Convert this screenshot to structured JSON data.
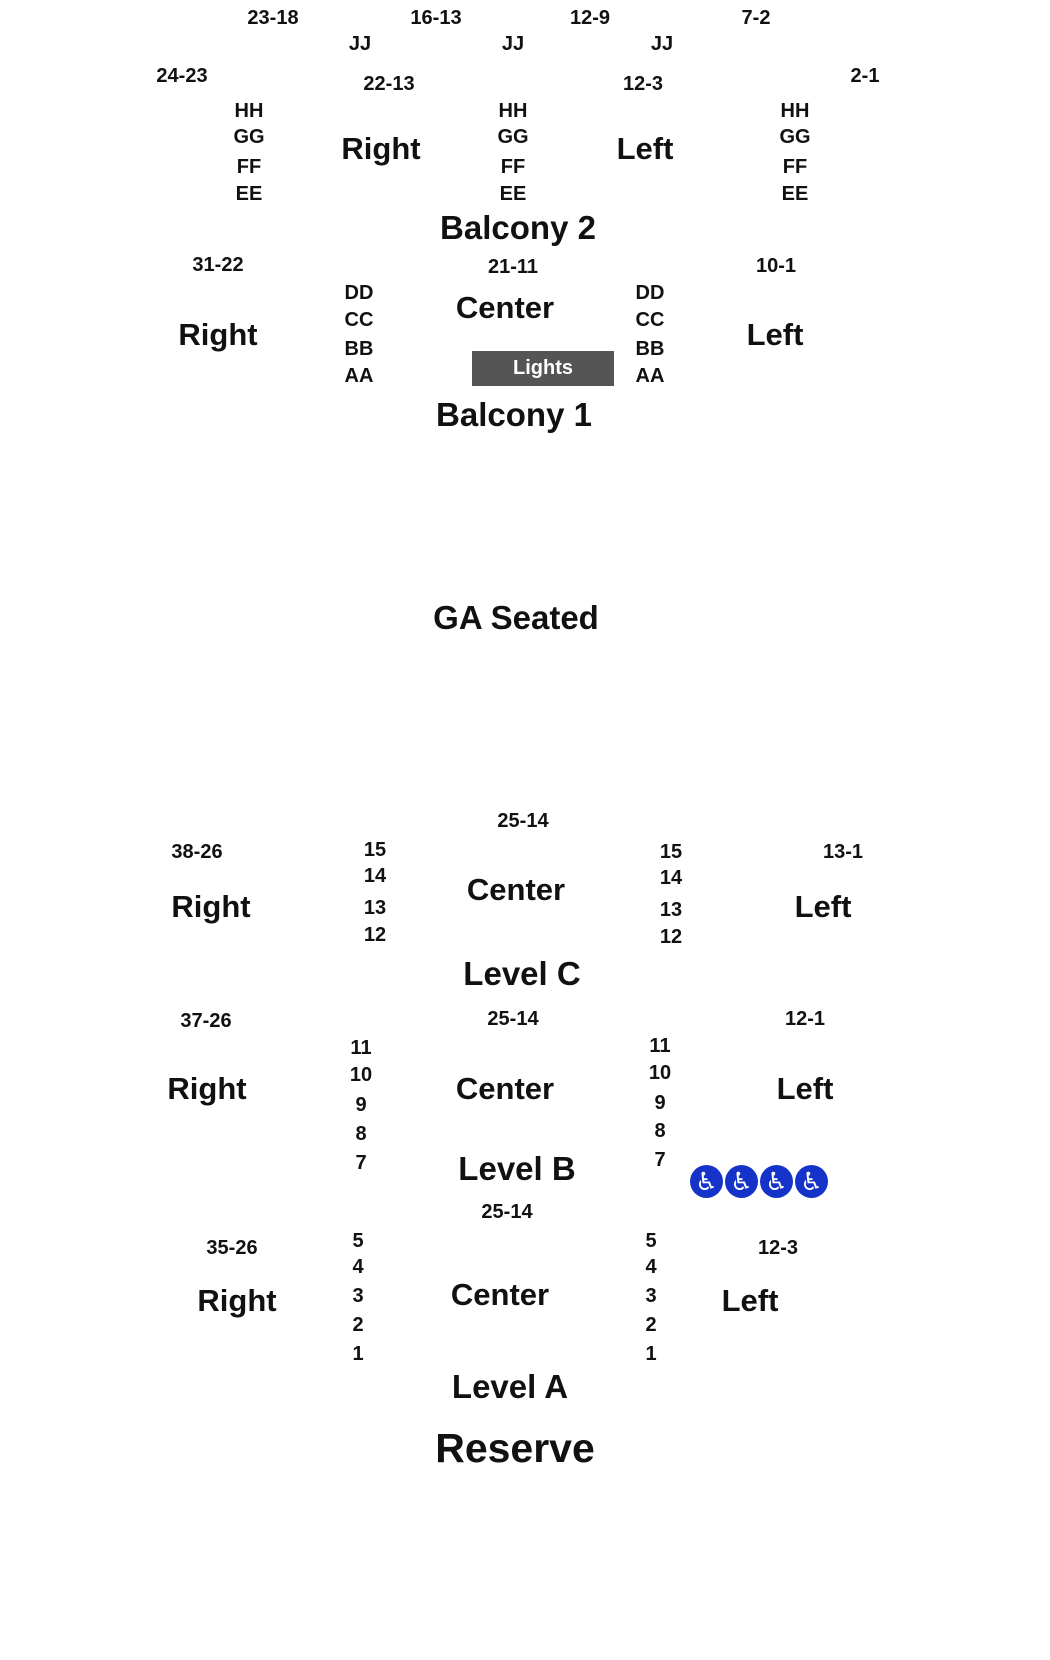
{
  "balcony2": {
    "ranges_top": [
      "23-18",
      "16-13",
      "12-9",
      "7-2"
    ],
    "jj": [
      "JJ",
      "JJ",
      "JJ"
    ],
    "ranges_mid": [
      "24-23",
      "22-13",
      "12-3",
      "2-1"
    ],
    "rows": [
      "HH",
      "GG",
      "FF",
      "EE"
    ],
    "right": "Right",
    "left": "Left",
    "title": "Balcony 2"
  },
  "balcony1": {
    "range_right": "31-22",
    "range_center": "21-11",
    "range_left": "10-1",
    "rows": [
      "DD",
      "CC",
      "BB",
      "AA"
    ],
    "right": "Right",
    "center": "Center",
    "left": "Left",
    "lights": "Lights",
    "title": "Balcony 1"
  },
  "ga": {
    "title": "GA Seated"
  },
  "levelC": {
    "range_center": "25-14",
    "range_right": "38-26",
    "range_left": "13-1",
    "rows": [
      "15",
      "14",
      "13",
      "12"
    ],
    "right": "Right",
    "center": "Center",
    "left": "Left",
    "title": "Level C"
  },
  "levelB": {
    "range_right": "37-26",
    "range_center": "25-14",
    "range_left": "12-1",
    "rows": [
      "11",
      "10",
      "9",
      "8",
      "7"
    ],
    "right": "Right",
    "center": "Center",
    "left": "Left",
    "title": "Level B",
    "accessible_icon": "wheelchair-icon",
    "accessible_color": "#1533c8"
  },
  "levelA": {
    "range_center": "25-14",
    "range_right": "35-26",
    "range_left": "12-3",
    "rows": [
      "5",
      "4",
      "3",
      "2",
      "1"
    ],
    "right": "Right",
    "center": "Center",
    "left": "Left",
    "title": "Level A"
  },
  "reserve": {
    "title": "Reserve"
  }
}
